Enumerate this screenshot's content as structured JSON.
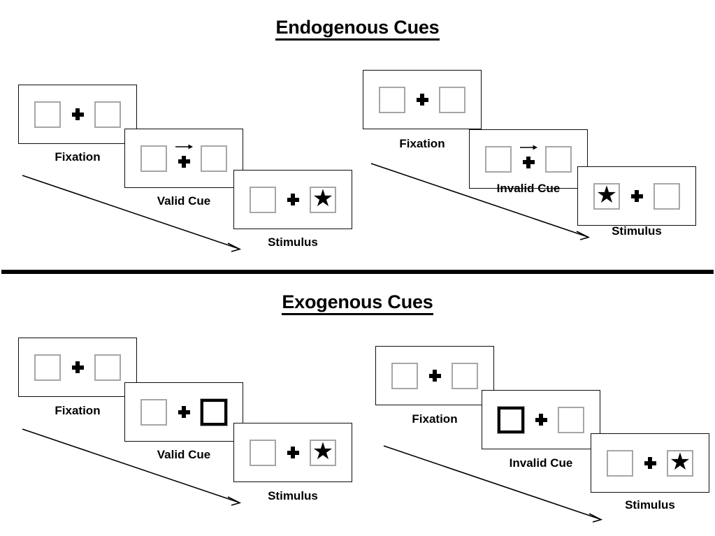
{
  "sections": [
    {
      "id": "endogenous",
      "title": "Endogenous Cues",
      "cue_type": "arrow",
      "sequences": [
        {
          "id": "valid",
          "frames": [
            {
              "label": "Fixation",
              "left_box": "empty",
              "right_box": "empty",
              "cue": "none"
            },
            {
              "label": "Valid Cue",
              "left_box": "empty",
              "right_box": "empty",
              "cue": "arrow-right"
            },
            {
              "label": "Stimulus",
              "left_box": "empty",
              "right_box": "star",
              "cue": "none"
            }
          ]
        },
        {
          "id": "invalid",
          "frames": [
            {
              "label": "Fixation",
              "left_box": "empty",
              "right_box": "empty",
              "cue": "none"
            },
            {
              "label": "Invalid Cue",
              "left_box": "empty",
              "right_box": "empty",
              "cue": "arrow-right"
            },
            {
              "label": "Stimulus",
              "left_box": "star",
              "right_box": "empty",
              "cue": "none"
            }
          ]
        }
      ]
    },
    {
      "id": "exogenous",
      "title": "Exogenous Cues",
      "cue_type": "box-flash",
      "sequences": [
        {
          "id": "valid",
          "frames": [
            {
              "label": "Fixation",
              "left_box": "empty",
              "right_box": "empty",
              "cue": "none"
            },
            {
              "label": "Valid Cue",
              "left_box": "empty",
              "right_box": "cued",
              "cue": "none"
            },
            {
              "label": "Stimulus",
              "left_box": "empty",
              "right_box": "star",
              "cue": "none"
            }
          ]
        },
        {
          "id": "invalid",
          "frames": [
            {
              "label": "Fixation",
              "left_box": "empty",
              "right_box": "empty",
              "cue": "none"
            },
            {
              "label": "Invalid Cue",
              "left_box": "cued",
              "right_box": "empty",
              "cue": "none"
            },
            {
              "label": "Stimulus",
              "left_box": "empty",
              "right_box": "star",
              "cue": "none"
            }
          ]
        }
      ]
    }
  ],
  "glyphs": {
    "star": "★"
  },
  "colors": {
    "box_outline": "#a6a6a6",
    "cue_outline": "#000000",
    "frame_outline": "#0d0d0d",
    "ink": "#000000",
    "background": "#ffffff"
  }
}
